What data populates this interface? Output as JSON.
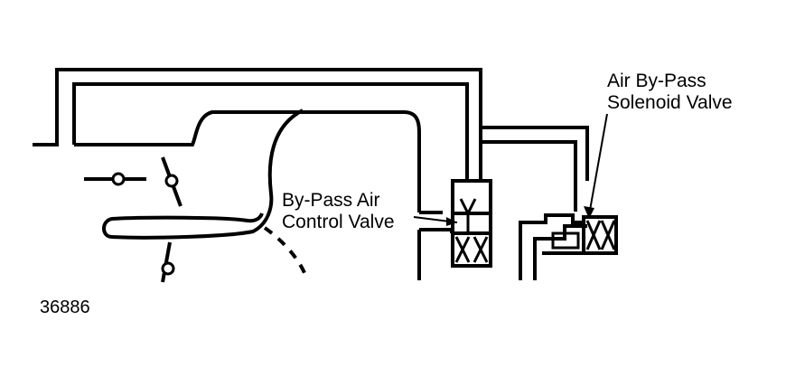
{
  "diagram": {
    "labels": {
      "solenoid_line1": "Air By-Pass",
      "solenoid_line2": "Solenoid Valve",
      "control_line1": "By-Pass Air",
      "control_line2": "Control Valve",
      "figure_number": "36886"
    },
    "colors": {
      "ink": "#000000",
      "background": "#ffffff"
    }
  }
}
